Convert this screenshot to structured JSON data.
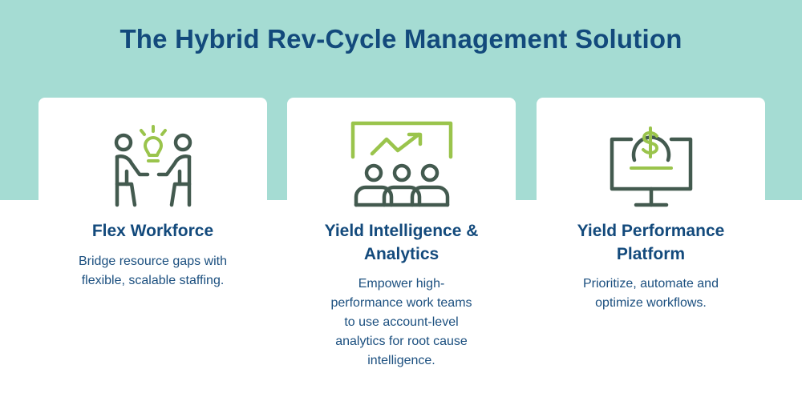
{
  "page": {
    "title": "The Hybrid Rev-Cycle Management Solution"
  },
  "colors": {
    "band": "#a5dcd3",
    "heading": "#134a7c",
    "icon_dark": "#435a4f",
    "icon_accent": "#9ac44c"
  },
  "cards": [
    {
      "icon": "team-collaboration-lightbulb-icon",
      "heading": "Flex Workforce",
      "text": "Bridge resource gaps with flexible, scalable staffing."
    },
    {
      "icon": "team-growth-chart-icon",
      "heading": "Yield Intelligence & Analytics",
      "text": "Empower high-performance work teams to use account-level analytics for root cause intelligence."
    },
    {
      "icon": "monitor-dollar-icon",
      "heading": "Yield Performance Platform",
      "text": "Prioritize, automate and optimize workflows."
    }
  ]
}
